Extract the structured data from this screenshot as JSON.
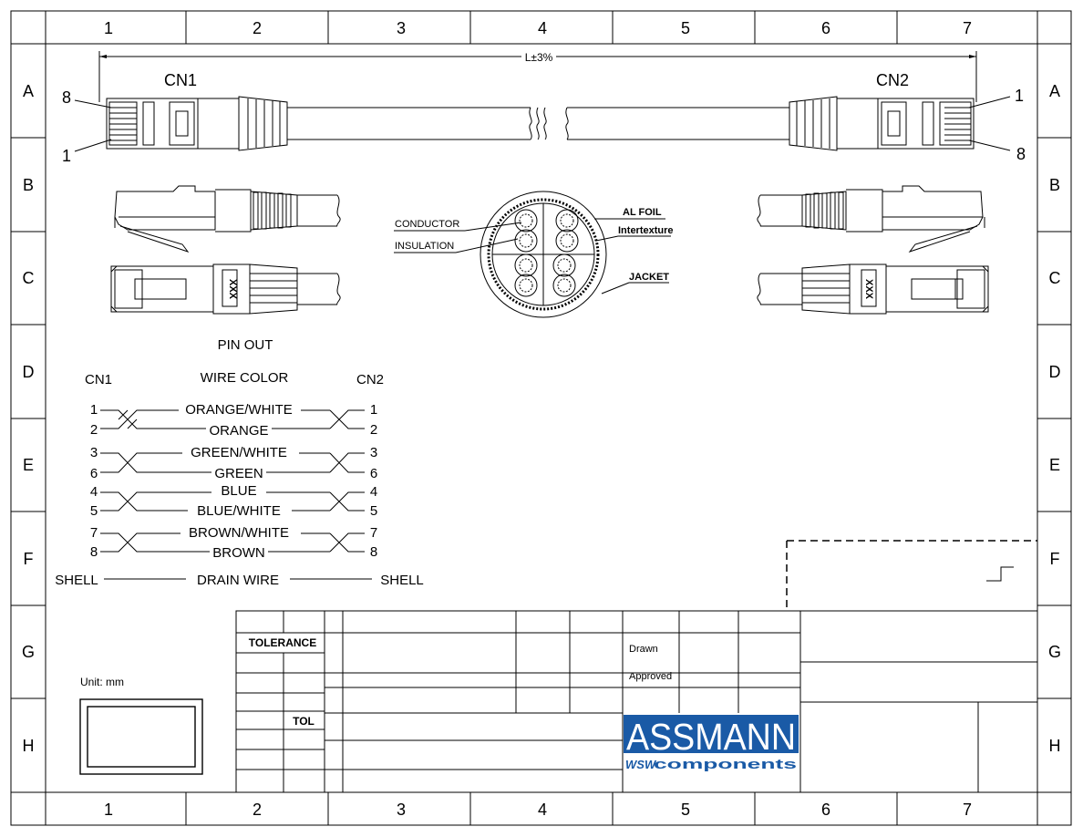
{
  "frame": {
    "columns": [
      "1",
      "2",
      "3",
      "4",
      "5",
      "6",
      "7"
    ],
    "rows": [
      "A",
      "B",
      "C",
      "D",
      "E",
      "F",
      "G",
      "H"
    ]
  },
  "drawing": {
    "length_label": "L±3%",
    "cn1_label": "CN1",
    "cn2_label": "CN2",
    "pin_8_left": "8",
    "pin_1_left": "1",
    "pin_1_right": "1",
    "pin_8_right": "8",
    "xxx_mark": "XXX"
  },
  "cable_section": {
    "conductor": "CONDUCTOR",
    "insulation": "INSULATION",
    "al_foil": "AL FOIL",
    "intertexture": "Intertexture",
    "jacket": "JACKET"
  },
  "pinout": {
    "title": "PIN OUT",
    "col_cn1": "CN1",
    "col_wire": "WIRE COLOR",
    "col_cn2": "CN2",
    "pairs": [
      {
        "a_left": "1",
        "b_left": "2",
        "a_color": "ORANGE/WHITE",
        "b_color": "ORANGE",
        "a_right": "1",
        "b_right": "2"
      },
      {
        "a_left": "3",
        "b_left": "6",
        "a_color": "GREEN/WHITE",
        "b_color": "GREEN",
        "a_right": "3",
        "b_right": "6"
      },
      {
        "a_left": "4",
        "b_left": "5",
        "a_color": "BLUE",
        "b_color": "BLUE/WHITE",
        "a_right": "4",
        "b_right": "5"
      },
      {
        "a_left": "7",
        "b_left": "8",
        "a_color": "BROWN/WHITE",
        "b_color": "BROWN",
        "a_right": "7",
        "b_right": "8"
      }
    ],
    "shell_left": "SHELL",
    "drain": "DRAIN WIRE",
    "shell_right": "SHELL"
  },
  "title_block": {
    "tolerance": "TOLERANCE",
    "tol": "TOL",
    "drawn": "Drawn",
    "approved": "Approved",
    "unit": "Unit: mm",
    "brand": "ASSMANN",
    "brand_sub_prefix": "WSW",
    "brand_sub": "components",
    "brand_color": "#1a5aa6"
  }
}
